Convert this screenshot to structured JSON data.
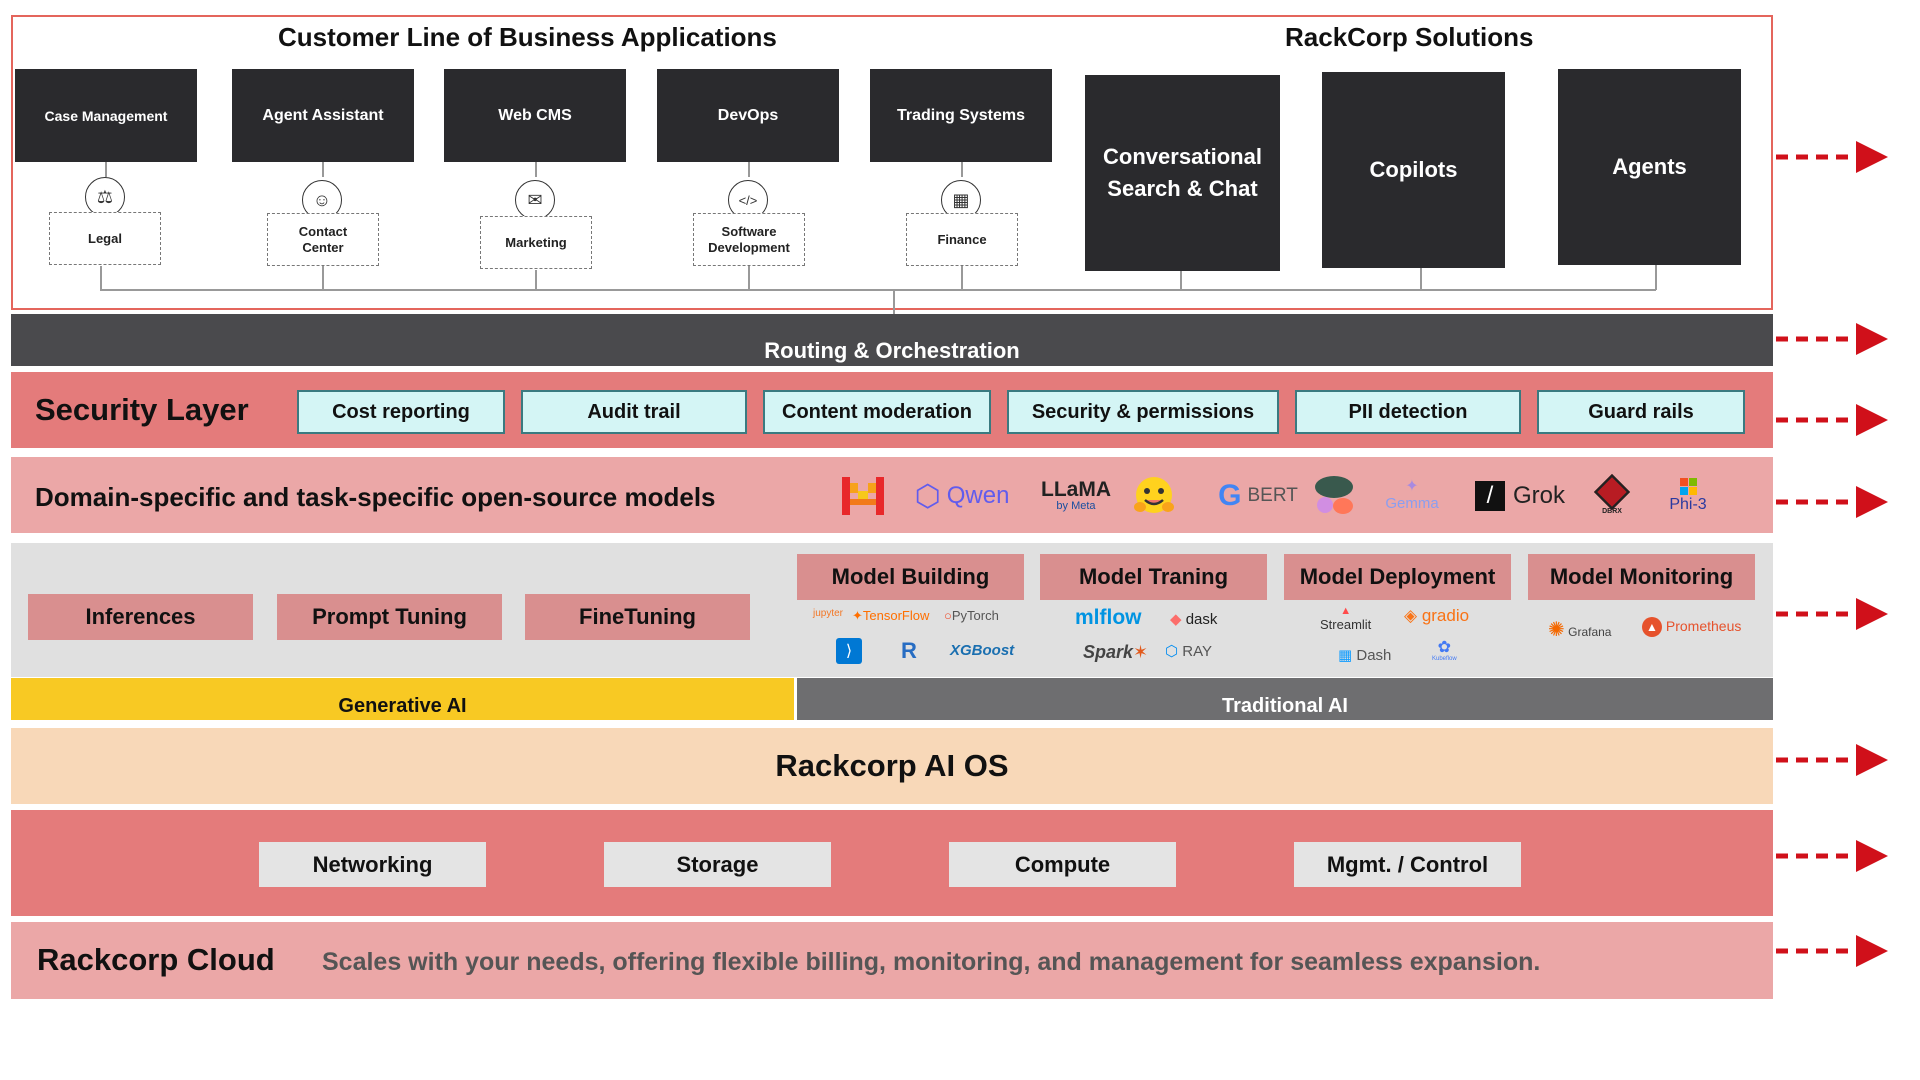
{
  "top": {
    "customer_heading": "Customer Line of Business Applications",
    "solutions_heading": "RackCorp Solutions",
    "apps": [
      {
        "label": "Case Management",
        "dept": "Legal",
        "icon": "gavel-icon"
      },
      {
        "label": "Agent  Assistant",
        "dept": "Contact Center",
        "icon": "headset-agent-icon"
      },
      {
        "label": "Web CMS",
        "dept": "Marketing",
        "icon": "megaphone-icon"
      },
      {
        "label": "DevOps",
        "dept": "Software Development",
        "icon": "code-icon"
      },
      {
        "label": "Trading Systems",
        "dept": "Finance",
        "icon": "calculator-icon"
      }
    ],
    "solutions": [
      {
        "label": "Conversational Search & Chat"
      },
      {
        "label": "Copilots"
      },
      {
        "label": "Agents"
      }
    ]
  },
  "routing": {
    "label": "Routing & Orchestration"
  },
  "security": {
    "title": "Security Layer",
    "items": [
      "Cost reporting",
      "Audit trail",
      "Content moderation",
      "Security & permissions",
      "PII detection",
      "Guard rails"
    ]
  },
  "models": {
    "title": "Domain-specific and task-specific open-source models",
    "logos": [
      {
        "icon": "mistral-logo-icon",
        "text": ""
      },
      {
        "icon": "qwen-logo-icon",
        "text": "Qwen"
      },
      {
        "icon": "llama-logo-icon",
        "text": "LLaMA",
        "subtext": "by Meta"
      },
      {
        "icon": "huggingface-logo-icon",
        "text": ""
      },
      {
        "icon": "google-logo-icon",
        "text": "BERT"
      },
      {
        "icon": "cohere-logo-icon",
        "text": ""
      },
      {
        "icon": "gemma-logo-icon",
        "text": "Gemma"
      },
      {
        "icon": "grok-logo-icon",
        "text": "Grok"
      },
      {
        "icon": "dbrx-logo-icon",
        "text": "DBRX"
      },
      {
        "icon": "phi-logo-icon",
        "text": "Phi-3"
      }
    ]
  },
  "ai_tools": {
    "generative_items": [
      "Inferences",
      "Prompt Tuning",
      "FineTuning"
    ],
    "traditional_groups": [
      {
        "title": "Model Building",
        "tools": [
          "jupyter",
          "TensorFlow",
          "PyTorch",
          "VS Code",
          "R",
          "XGBoost"
        ]
      },
      {
        "title": "Model Traning",
        "tools": [
          "mlflow",
          "dask",
          "Spark",
          "RAY"
        ]
      },
      {
        "title": "Model Deployment",
        "tools": [
          "Streamlit",
          "gradio",
          "Dash",
          "Kubeflow"
        ]
      },
      {
        "title": "Model Monitoring",
        "tools": [
          "Grafana",
          "Prometheus"
        ]
      }
    ],
    "generative_label": "Generative AI",
    "traditional_label": "Traditional AI"
  },
  "os": {
    "label": "Rackcorp AI OS"
  },
  "infra": {
    "items": [
      "Networking",
      "Storage",
      "Compute",
      "Mgmt. / Control"
    ]
  },
  "cloud": {
    "title": "Rackcorp Cloud",
    "description": "Scales with your needs, offering flexible billing, monitoring, and management for seamless expansion."
  },
  "colors": {
    "frame": "#e4655c",
    "security": "#e47b7b",
    "models": "#eba7a7",
    "generative": "#f8c923",
    "traditional": "#6e6e70",
    "os": "#f8d8b8",
    "arrow": "#d0101a"
  }
}
